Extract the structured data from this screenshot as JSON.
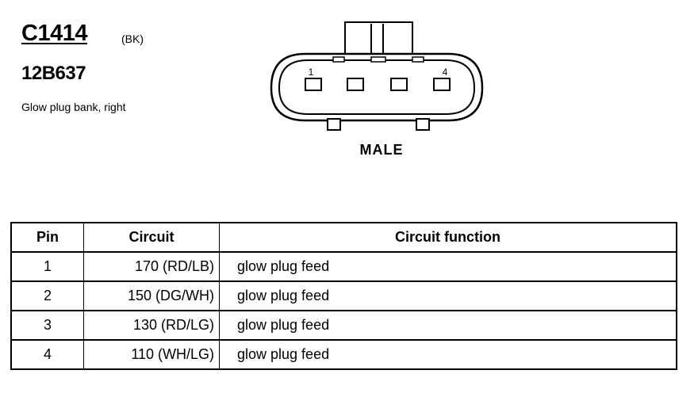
{
  "connector": {
    "id": "C1414",
    "color": "(BK)",
    "part_number": "12B637",
    "description": "Glow plug bank, right",
    "gender": "MALE",
    "pin_labels": {
      "first": "1",
      "last": "4"
    }
  },
  "table": {
    "headers": {
      "pin": "Pin",
      "circuit": "Circuit",
      "function": "Circuit function"
    },
    "rows": [
      {
        "pin": "1",
        "circuit": "170 (RD/LB)",
        "function": "glow plug feed"
      },
      {
        "pin": "2",
        "circuit": "150 (DG/WH)",
        "function": "glow plug feed"
      },
      {
        "pin": "3",
        "circuit": "130 (RD/LG)",
        "function": "glow plug feed"
      },
      {
        "pin": "4",
        "circuit": "110 (WH/LG)",
        "function": "glow plug feed"
      }
    ]
  }
}
